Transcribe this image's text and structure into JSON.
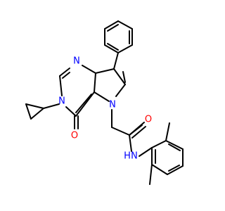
{
  "molecule": {
    "atoms": {
      "n_top": {
        "text": "N",
        "color": "#0000ff"
      },
      "n_cp": {
        "text": "N",
        "color": "#0000ff"
      },
      "n_pyrrole": {
        "text": "N",
        "color": "#0000ff"
      },
      "o_ring": {
        "text": "O",
        "color": "#ff0000"
      },
      "o_amide": {
        "text": "O",
        "color": "#ff0000"
      },
      "nh_amide": {
        "text": "N",
        "color": "#0000ff"
      },
      "h_amide": {
        "text": "H",
        "color": "#0000ff"
      }
    },
    "bond_color": "#000000"
  }
}
